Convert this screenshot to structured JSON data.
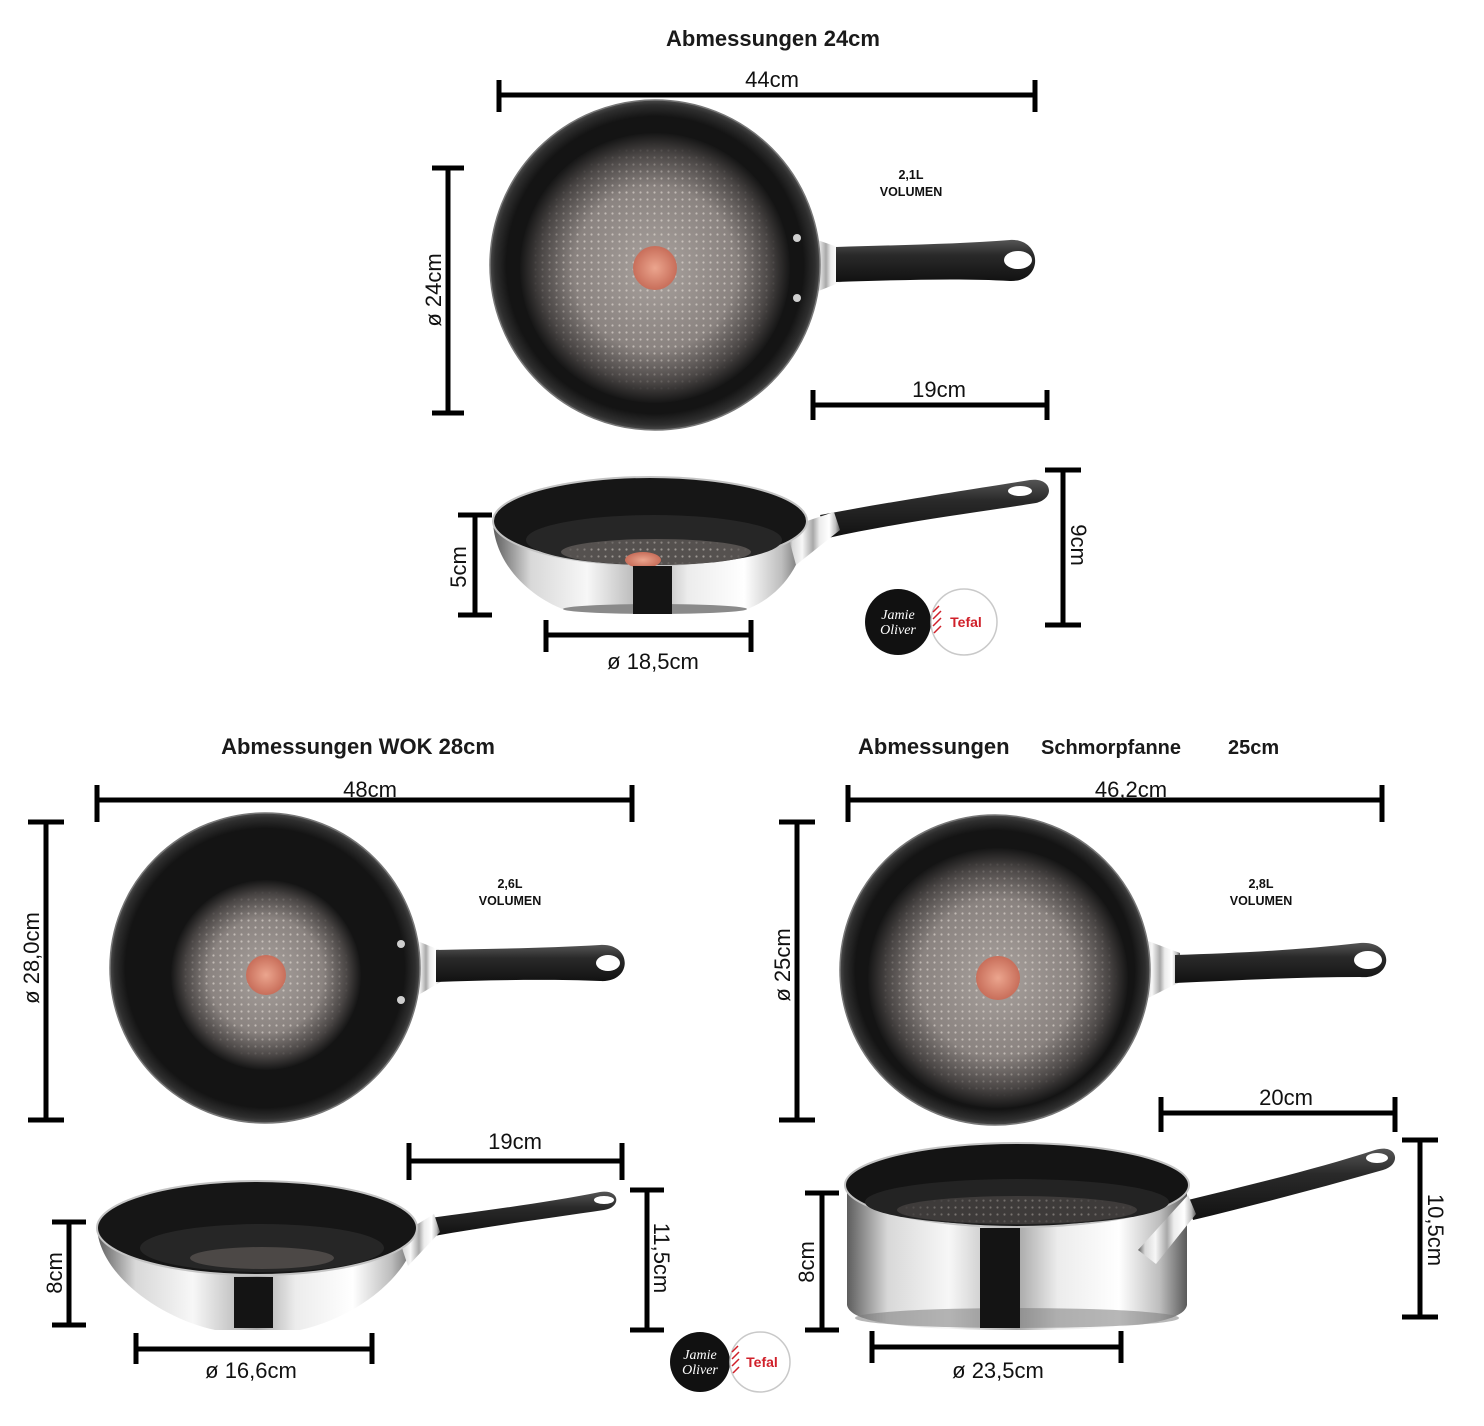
{
  "sections": [
    {
      "title": "Abmessungen 24cm",
      "volume": "2,1L",
      "volume_label": "VOLUMEN",
      "length_total": "44cm",
      "diameter_top": "ø 24cm",
      "handle_length": "19cm",
      "height_body": "5cm",
      "height_total": "9cm",
      "diameter_bottom": "ø 18,5cm"
    },
    {
      "title": "Abmessungen WOK 28cm",
      "volume": "2,6L",
      "volume_label": "VOLUMEN",
      "length_total": "48cm",
      "diameter_top": "ø 28,0cm",
      "handle_length": "19cm",
      "height_body": "8cm",
      "height_total": "11,5cm",
      "diameter_bottom": "ø 16,6cm"
    },
    {
      "title": "Abmessungen",
      "title_product": "Schmorpfanne",
      "title_size": "25cm",
      "volume": "2,8L",
      "volume_label": "VOLUMEN",
      "length_total": "46,2cm",
      "diameter_top": "ø 25cm",
      "handle_length": "20cm",
      "height_body": "8cm",
      "height_total": "10,5cm",
      "diameter_bottom": "ø 23,5cm"
    }
  ],
  "logos": {
    "jamie_line1": "Jamie",
    "jamie_line2": "Oliver",
    "tefal": "Tefal"
  },
  "colors": {
    "thermo_spot": "#d9826e",
    "tefal_red": "#d0202a",
    "coating": "#161616"
  }
}
